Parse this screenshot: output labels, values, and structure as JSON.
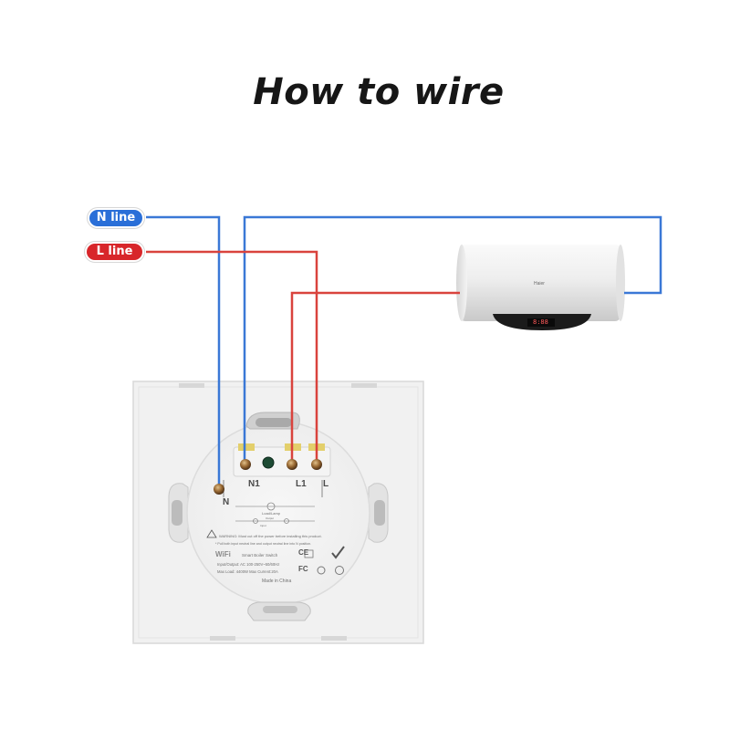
{
  "title": "How to wire",
  "lines": {
    "n_label": "N line",
    "l_label": "L line"
  },
  "terminals": {
    "n": "N",
    "n1": "N1",
    "l1": "L1",
    "l": "L"
  },
  "heater": {
    "brand": "Haier",
    "display": "8:88"
  },
  "plate": {
    "load_label": "Load/Lamp",
    "output_label": "Output",
    "ac_label": "AC",
    "input_label": "Input",
    "warning": "WARNING: Must cut off the power before installing this product.",
    "instruction": "* Pull both input neutral line and output neutral line into N position.",
    "wifi_label": "WiFi",
    "product_name": "Smart Boiler Switch",
    "io_spec": "Input/Output: AC 100-250V~50/60Hz",
    "max_load": "Max Load: 4400W Max Current:20A",
    "made_in": "Made in China",
    "cert_ce": "CE",
    "cert_fc": "FC"
  },
  "colors": {
    "n_wire": "#3a78d6",
    "l_wire": "#d9433d",
    "n_badge": "#2a6fd8",
    "l_badge": "#d8262a"
  }
}
